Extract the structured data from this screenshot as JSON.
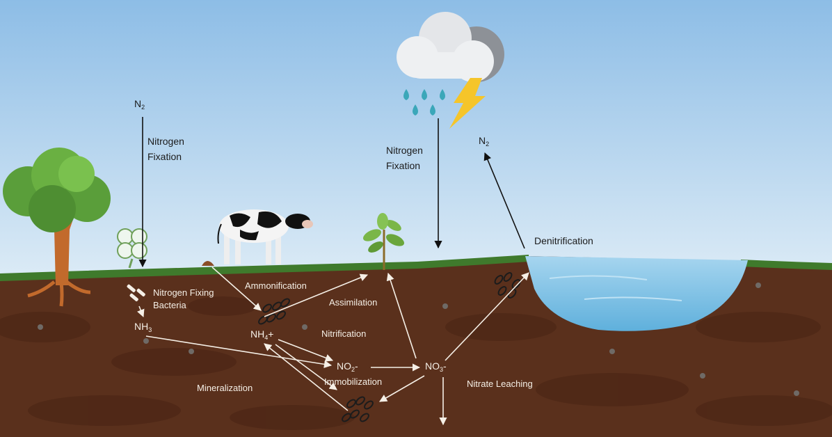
{
  "labels": {
    "n2_left": "N",
    "n2_left_sub": "2",
    "nitrogen_fixation_left": "Nitrogen\nFixation",
    "nitrogen_fixation_right": "Nitrogen\nFixation",
    "n2_right": "N",
    "n2_right_sub": "2",
    "denitrification": "Denitrification",
    "nitrogen_fixing_bacteria": "Nitrogen Fixing\nBacteria",
    "nh3": "NH",
    "nh3_sub": "3",
    "ammonification": "Ammonification",
    "assimilation": "Assimilation",
    "nh4": "NH",
    "nh4_sub": "4",
    "nh4_sup": "+",
    "nitrification": "Nitrification",
    "no2": "NO",
    "no2_sub": "2",
    "no2_sup": "-",
    "no3": "NO",
    "no3_sub": "3",
    "no3_sup": "-",
    "immobilization": "Immobilization",
    "mineralization": "Mineralization",
    "nitrate_leaching": "Nitrate Leaching"
  },
  "colors": {
    "sky_top": "#8dbde6",
    "sky_bottom": "#dcebf6",
    "soil": "#5a301c",
    "soil_dark": "#4a2414",
    "grass": "#3f7a2c",
    "water": "#7cc0e4",
    "arrow_dark": "#111111",
    "arrow_light": "#f5efe6"
  },
  "icons": [
    "cloud-icon",
    "rain-icon",
    "lightning-icon",
    "tree-icon",
    "clover-icon",
    "cow-icon",
    "plant-icon",
    "bacteria-icon",
    "pond-icon"
  ]
}
